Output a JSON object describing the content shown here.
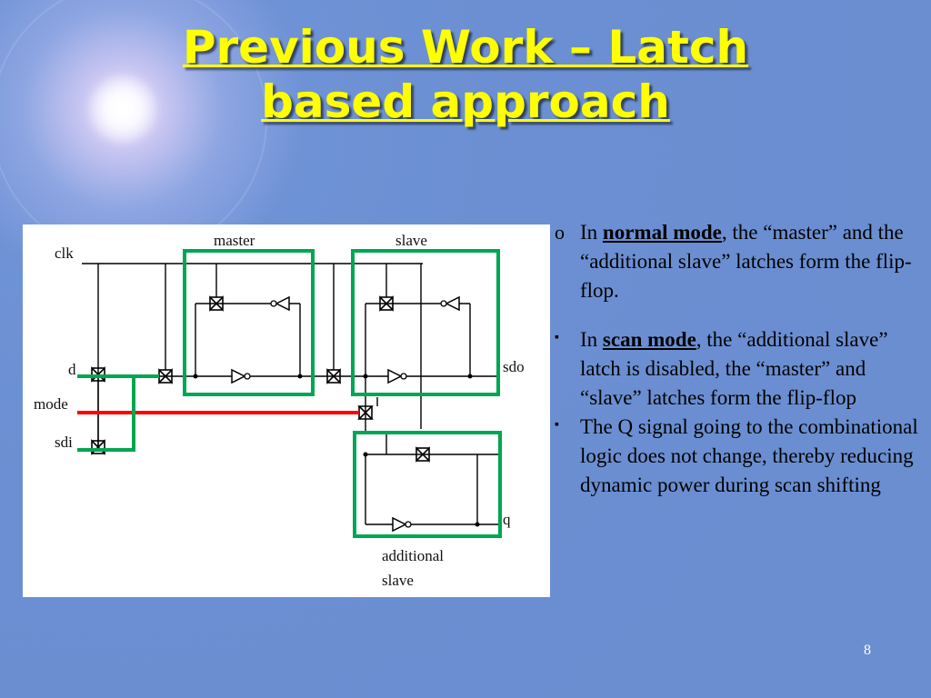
{
  "title": {
    "line1": "Previous Work – Latch",
    "line2": "based approach"
  },
  "diagram": {
    "labels": {
      "clk": "clk",
      "d": "d",
      "mode": "mode",
      "sdi": "sdi",
      "master": "master",
      "slave": "slave",
      "sdo": "sdo",
      "q": "q",
      "additional_1": "additional",
      "additional_2": "slave"
    },
    "colors": {
      "highlight_box": "#00a651",
      "mode_line": "#ff0000",
      "wire": "#000000"
    }
  },
  "bullets": [
    {
      "marker": "o",
      "pre": "In ",
      "keyword": "normal mode",
      "post": ", the “master” and the “additional slave” latches form the flip-flop."
    },
    {
      "marker": "▪",
      "pre": "In ",
      "keyword": "scan mode",
      "post": ", the “additional slave” latch is disabled, the “master” and “slave” latches form the flip-flop"
    },
    {
      "marker": "▪",
      "pre": "",
      "keyword": "",
      "post": "The Q signal going to the combinational logic does not change, thereby reducing dynamic power during scan shifting"
    }
  ],
  "page_number": "8",
  "theme_colors": {
    "title": "#ffff00",
    "background": "#6b8fd2"
  }
}
